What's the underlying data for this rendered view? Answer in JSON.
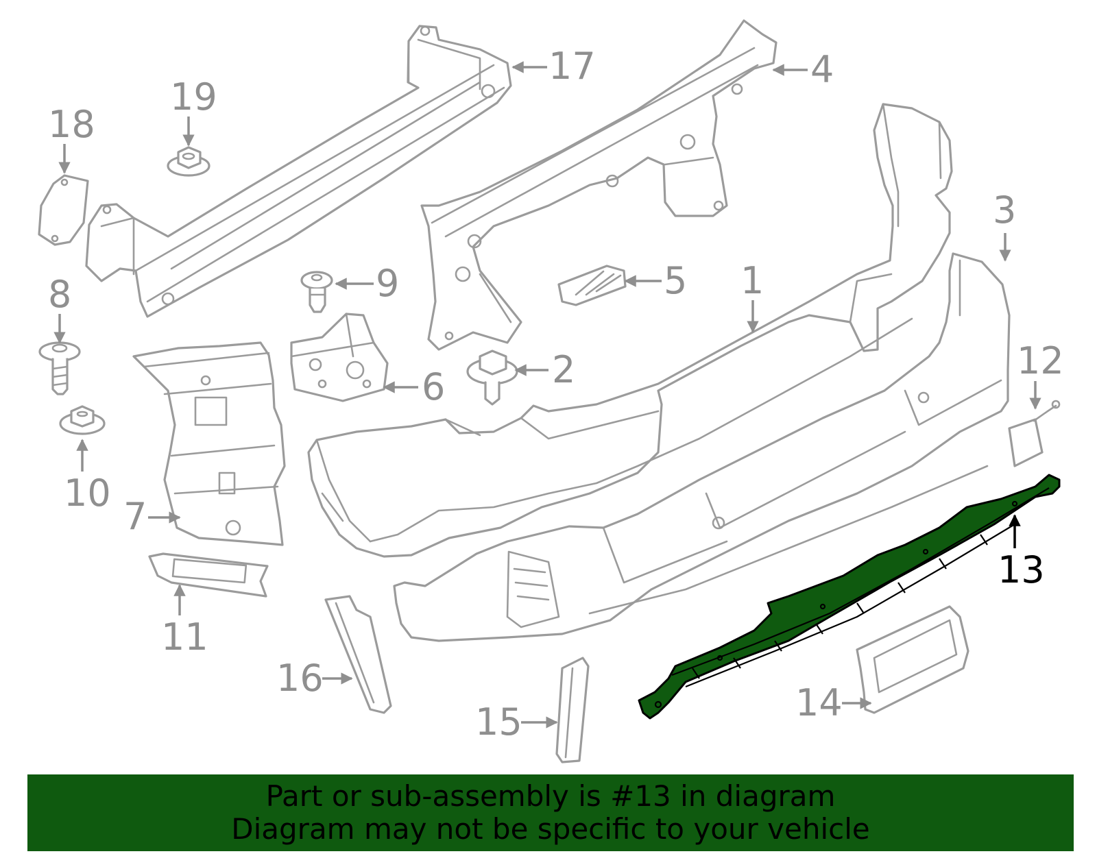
{
  "diagram": {
    "highlight_color": "#0f5a0f",
    "active_part": "13",
    "callouts": [
      "1",
      "2",
      "3",
      "4",
      "5",
      "6",
      "7",
      "8",
      "9",
      "10",
      "11",
      "12",
      "13",
      "14",
      "15",
      "16",
      "17",
      "18",
      "19"
    ]
  },
  "banner": {
    "background": "#0f5a0f",
    "line1": "Part or sub-assembly is #13 in diagram",
    "line2": "Diagram may not be specific to your vehicle"
  }
}
